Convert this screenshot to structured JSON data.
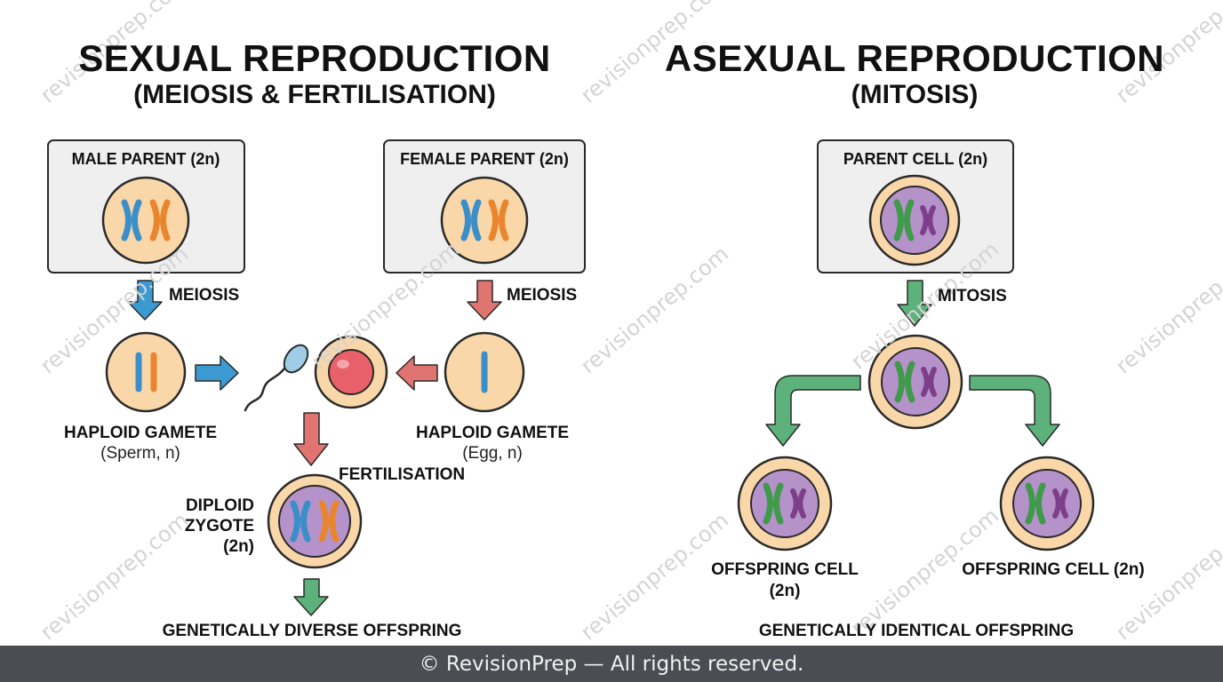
{
  "sexual": {
    "title": "SEXUAL REPRODUCTION",
    "subtitle": "(MEIOSIS & FERTILISATION)",
    "male_parent_label": "MALE PARENT (2n)",
    "female_parent_label": "FEMALE PARENT (2n)",
    "meiosis_left": "MEIOSIS",
    "meiosis_right": "MEIOSIS",
    "sperm_title": "HAPLOID GAMETE",
    "sperm_sub": "(Sperm, n)",
    "egg_title": "HAPLOID GAMETE",
    "egg_sub": "(Egg, n)",
    "fertilisation": "FERTILISATION",
    "zygote_line1": "DIPLOID",
    "zygote_line2": "ZYGOTE",
    "zygote_line3": "(2n)",
    "outcome": "GENETICALLY DIVERSE OFFSPRING"
  },
  "asexual": {
    "title": "ASEXUAL REPRODUCTION",
    "subtitle": "(MITOSIS)",
    "parent_label": "PARENT CELL (2n)",
    "mitosis": "MITOSIS",
    "offspring_left_line1": "OFFSPRING CELL",
    "offspring_left_line2": "(2n)",
    "offspring_right": "OFFSPRING CELL (2n)",
    "outcome": "GENETICALLY IDENTICAL OFFSPRING"
  },
  "watermark": "revisionprep.com",
  "footer": "© RevisionPrep — All rights reserved.",
  "colors": {
    "cell_fill": "#f9d7a8",
    "cell_outline": "#2a2a2a",
    "nucleus_purple": "#b592c9",
    "chrom_blue": "#3b8fc9",
    "chrom_orange": "#e9862d",
    "chrom_green": "#3f9a4a",
    "chrom_purple": "#7e3f8a",
    "arrow_blue": "#3a9ad1",
    "arrow_red": "#e07470",
    "arrow_green": "#5cb27a",
    "egg_red": "#e8606a",
    "box_fill": "#efefef",
    "footer_bg": "#4a4d52"
  }
}
